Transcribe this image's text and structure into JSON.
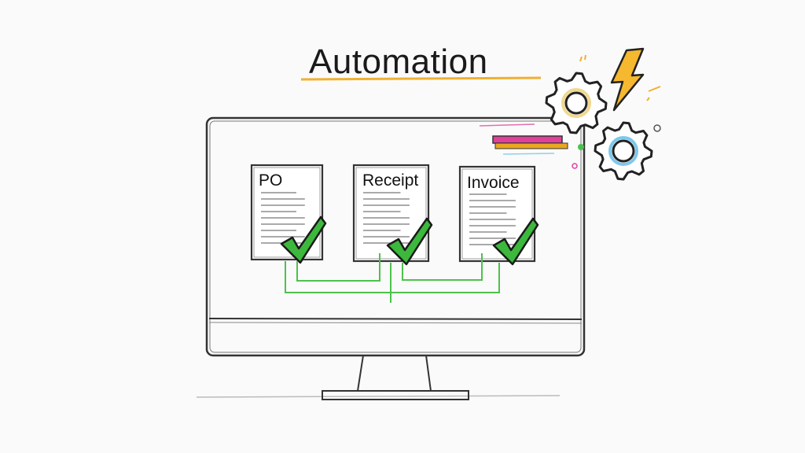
{
  "title": "Automation",
  "documents": [
    {
      "label": "PO",
      "status": "verified"
    },
    {
      "label": "Receipt",
      "status": "verified"
    },
    {
      "label": "Invoice",
      "status": "verified"
    }
  ],
  "icons": [
    "monitor-icon",
    "gear-icon",
    "lightning-bolt-icon",
    "checkmark-icon",
    "progress-bar-icon"
  ],
  "colors": {
    "check": "#3cb83c",
    "connector": "#4cc24c",
    "underline": "#f0b030",
    "bolt": "#f5b82e",
    "bar_pink": "#e0409a",
    "bar_gold": "#e8a820",
    "gear_accent": "#7ec8ec"
  }
}
